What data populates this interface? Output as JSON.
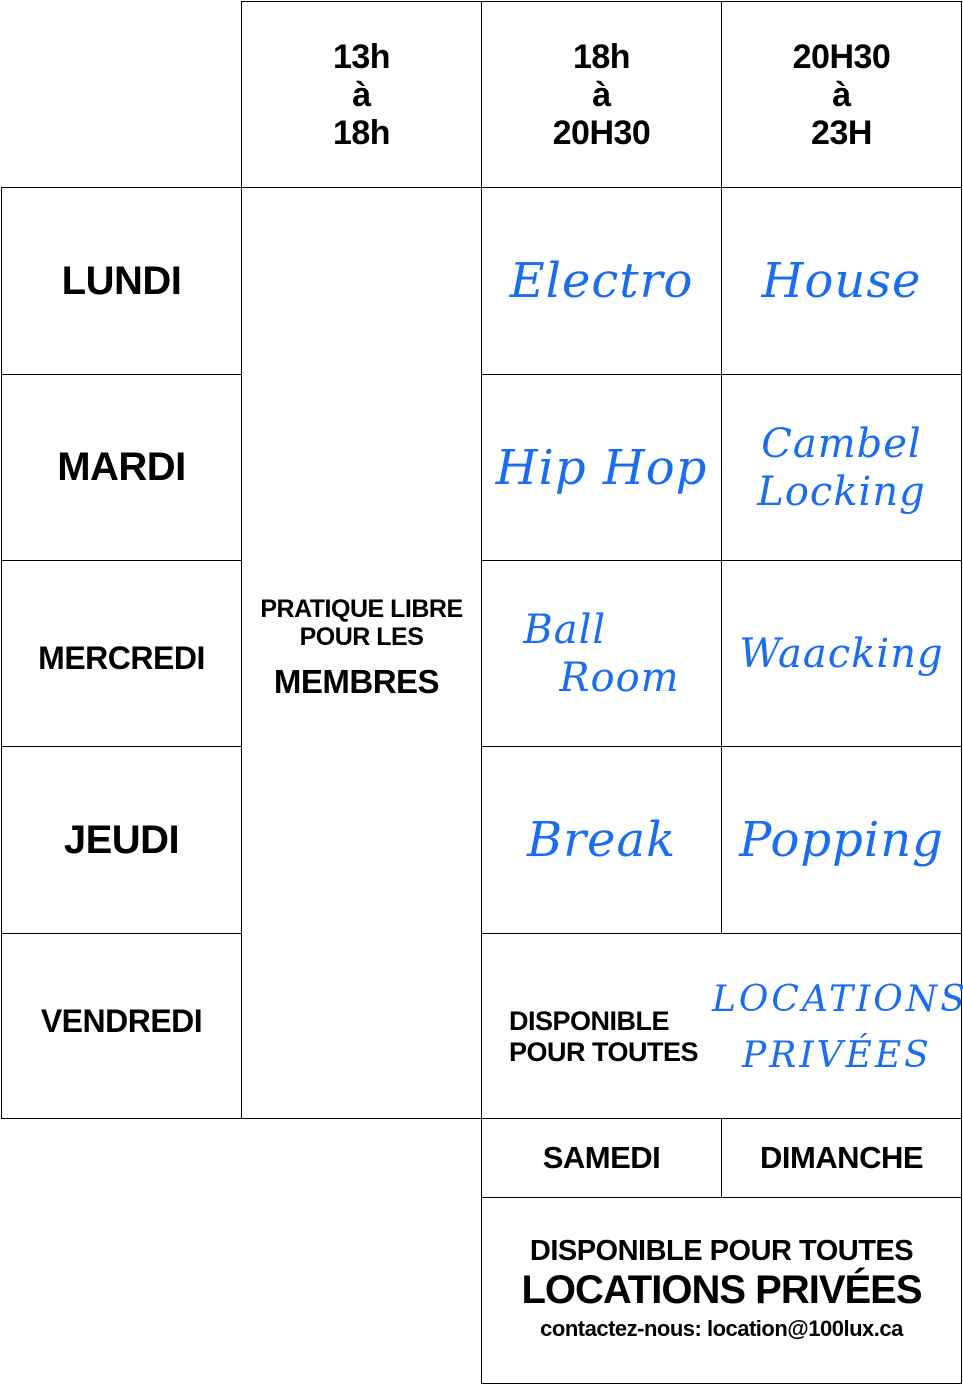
{
  "header": {
    "slot1": {
      "start": "13h",
      "sep": "à",
      "end": "18h"
    },
    "slot2": {
      "start": "18h",
      "sep": "à",
      "end": "20H30"
    },
    "slot3": {
      "start": "20H30",
      "sep": "à",
      "end": "23H"
    }
  },
  "days": {
    "lundi": "LUNDI",
    "mardi": "MARDI",
    "mercredi": "MERCREDI",
    "jeudi": "JEUDI",
    "vendredi": "VENDREDI"
  },
  "open_practice": {
    "line1": "PRATIQUE LIBRE",
    "line2": "POUR LES",
    "line3": "MEMBRES"
  },
  "classes": {
    "lundi_1": "Electro",
    "lundi_2": "House",
    "mardi_1": "Hip Hop",
    "mardi_2a": "Cambel",
    "mardi_2b": "Locking",
    "mercredi_1a": "Ball",
    "mercredi_1b": "Room",
    "mercredi_2": "Waacking",
    "jeudi_1": "Break",
    "jeudi_2": "Popping"
  },
  "friday_evening": {
    "line1": "DISPONIBLE",
    "line2": "POUR TOUTES",
    "script1": "LOCATIONS",
    "script2": "PRIVÉES"
  },
  "weekend": {
    "samedi": "SAMEDI",
    "dimanche": "DIMANCHE",
    "line1": "DISPONIBLE POUR TOUTES",
    "line2": "LOCATIONS PRIVÉES",
    "contact": "contactez-nous: location@100lux.ca"
  },
  "colors": {
    "accent": "#1a6cf0",
    "line": "#000000",
    "background": "#ffffff"
  }
}
